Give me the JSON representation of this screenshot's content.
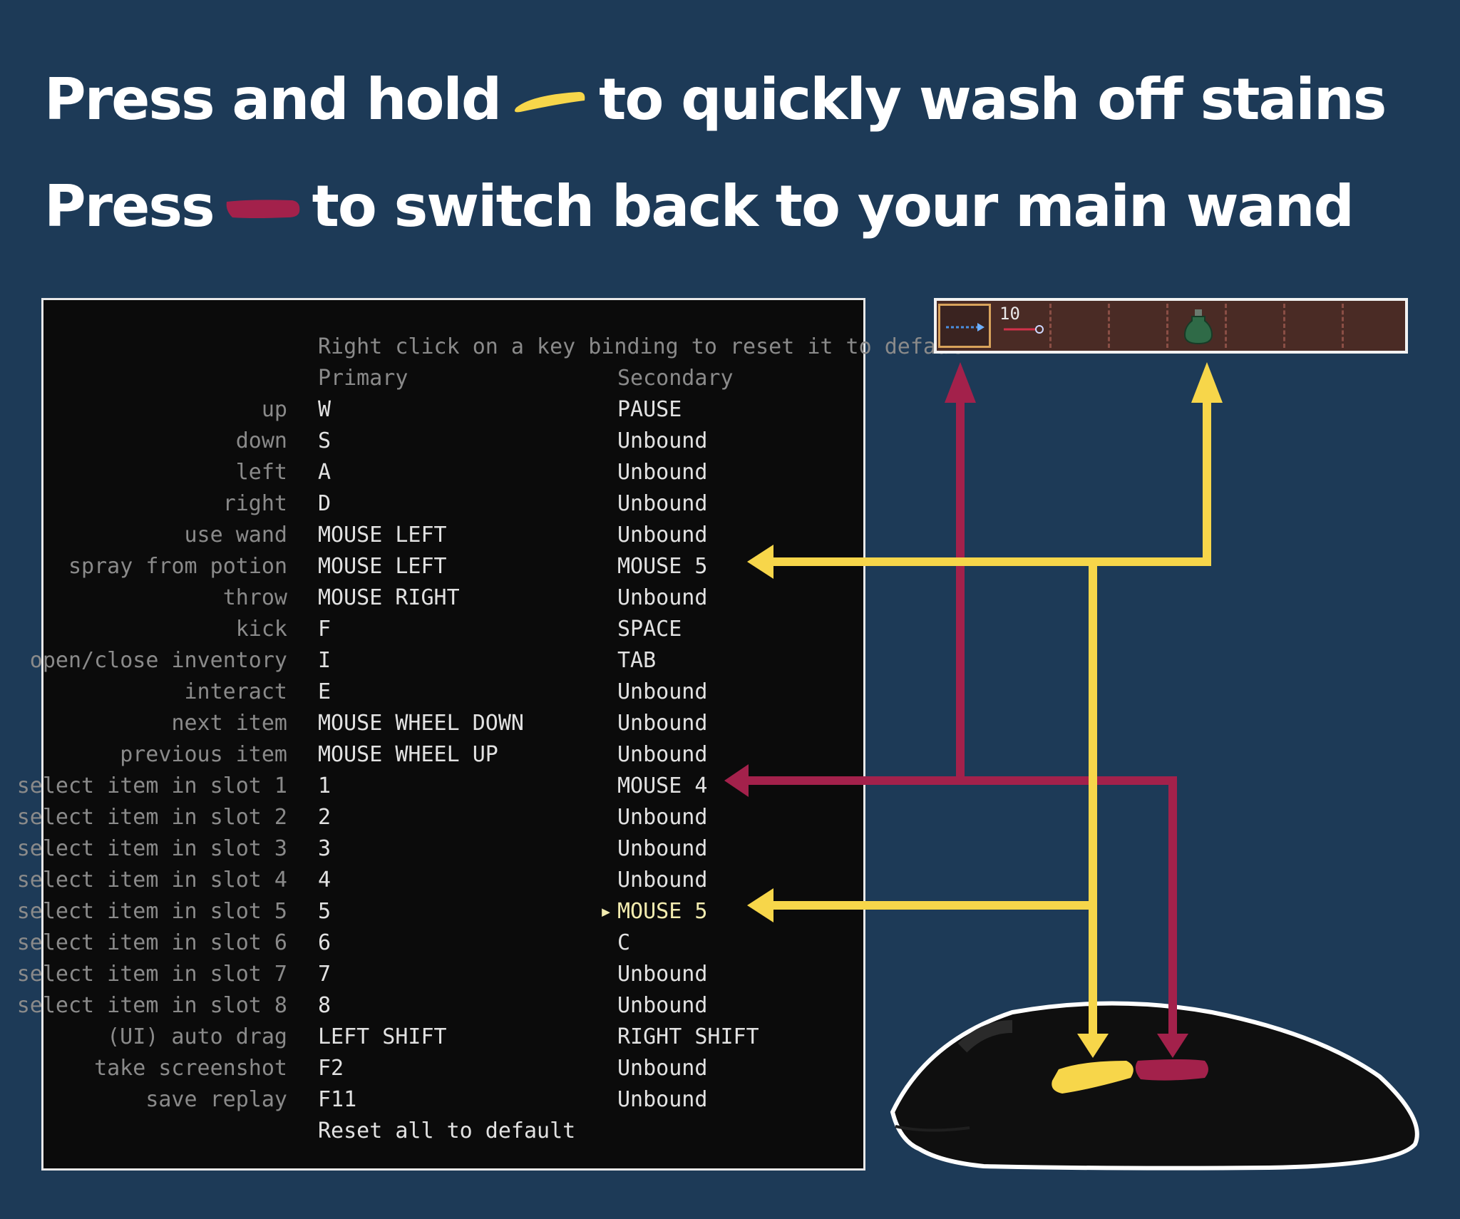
{
  "headline": {
    "line1_before": "Press and hold",
    "line1_after": "to quickly wash off stains",
    "line2_before": "Press",
    "line2_after": "to switch back to your main wand"
  },
  "colors": {
    "background": "#1d3a57",
    "yellow": "#f7d64a",
    "crimson": "#a3214b"
  },
  "keybindings": {
    "hint": "Right click on a key binding to reset it to default",
    "header_primary": "Primary",
    "header_secondary": "Secondary",
    "rows": [
      {
        "action": "up",
        "primary": "W",
        "secondary": "PAUSE"
      },
      {
        "action": "down",
        "primary": "S",
        "secondary": "Unbound"
      },
      {
        "action": "left",
        "primary": "A",
        "secondary": "Unbound"
      },
      {
        "action": "right",
        "primary": "D",
        "secondary": "Unbound"
      },
      {
        "action": "use wand",
        "primary": "MOUSE LEFT",
        "secondary": "Unbound"
      },
      {
        "action": "spray from potion",
        "primary": "MOUSE LEFT",
        "secondary": "MOUSE 5"
      },
      {
        "action": "throw",
        "primary": "MOUSE RIGHT",
        "secondary": "Unbound"
      },
      {
        "action": "kick",
        "primary": "F",
        "secondary": "SPACE"
      },
      {
        "action": "open/close inventory",
        "primary": "I",
        "secondary": "TAB"
      },
      {
        "action": "interact",
        "primary": "E",
        "secondary": "Unbound"
      },
      {
        "action": "next item",
        "primary": "MOUSE WHEEL DOWN",
        "secondary": "Unbound"
      },
      {
        "action": "previous item",
        "primary": "MOUSE WHEEL UP",
        "secondary": "Unbound"
      },
      {
        "action": "select item in slot 1",
        "primary": "1",
        "secondary": "MOUSE 4"
      },
      {
        "action": "select item in slot 2",
        "primary": "2",
        "secondary": "Unbound"
      },
      {
        "action": "select item in slot 3",
        "primary": "3",
        "secondary": "Unbound"
      },
      {
        "action": "select item in slot 4",
        "primary": "4",
        "secondary": "Unbound"
      },
      {
        "action": "select item in slot 5",
        "primary": "5",
        "secondary": "MOUSE 5"
      },
      {
        "action": "select item in slot 6",
        "primary": "6",
        "secondary": "C"
      },
      {
        "action": "select item in slot 7",
        "primary": "7",
        "secondary": "Unbound"
      },
      {
        "action": "select item in slot 8",
        "primary": "8",
        "secondary": "Unbound"
      },
      {
        "action": "(UI) auto drag",
        "primary": "LEFT SHIFT",
        "secondary": "RIGHT SHIFT"
      },
      {
        "action": "take screenshot",
        "primary": "F2",
        "secondary": "Unbound"
      },
      {
        "action": "save replay",
        "primary": "F11",
        "secondary": "Unbound"
      }
    ],
    "reset_all": "Reset all to default"
  },
  "hotbar": {
    "slot_count_label": "10",
    "items": [
      "wand-icon",
      "wand-icon",
      "potion-icon"
    ]
  }
}
